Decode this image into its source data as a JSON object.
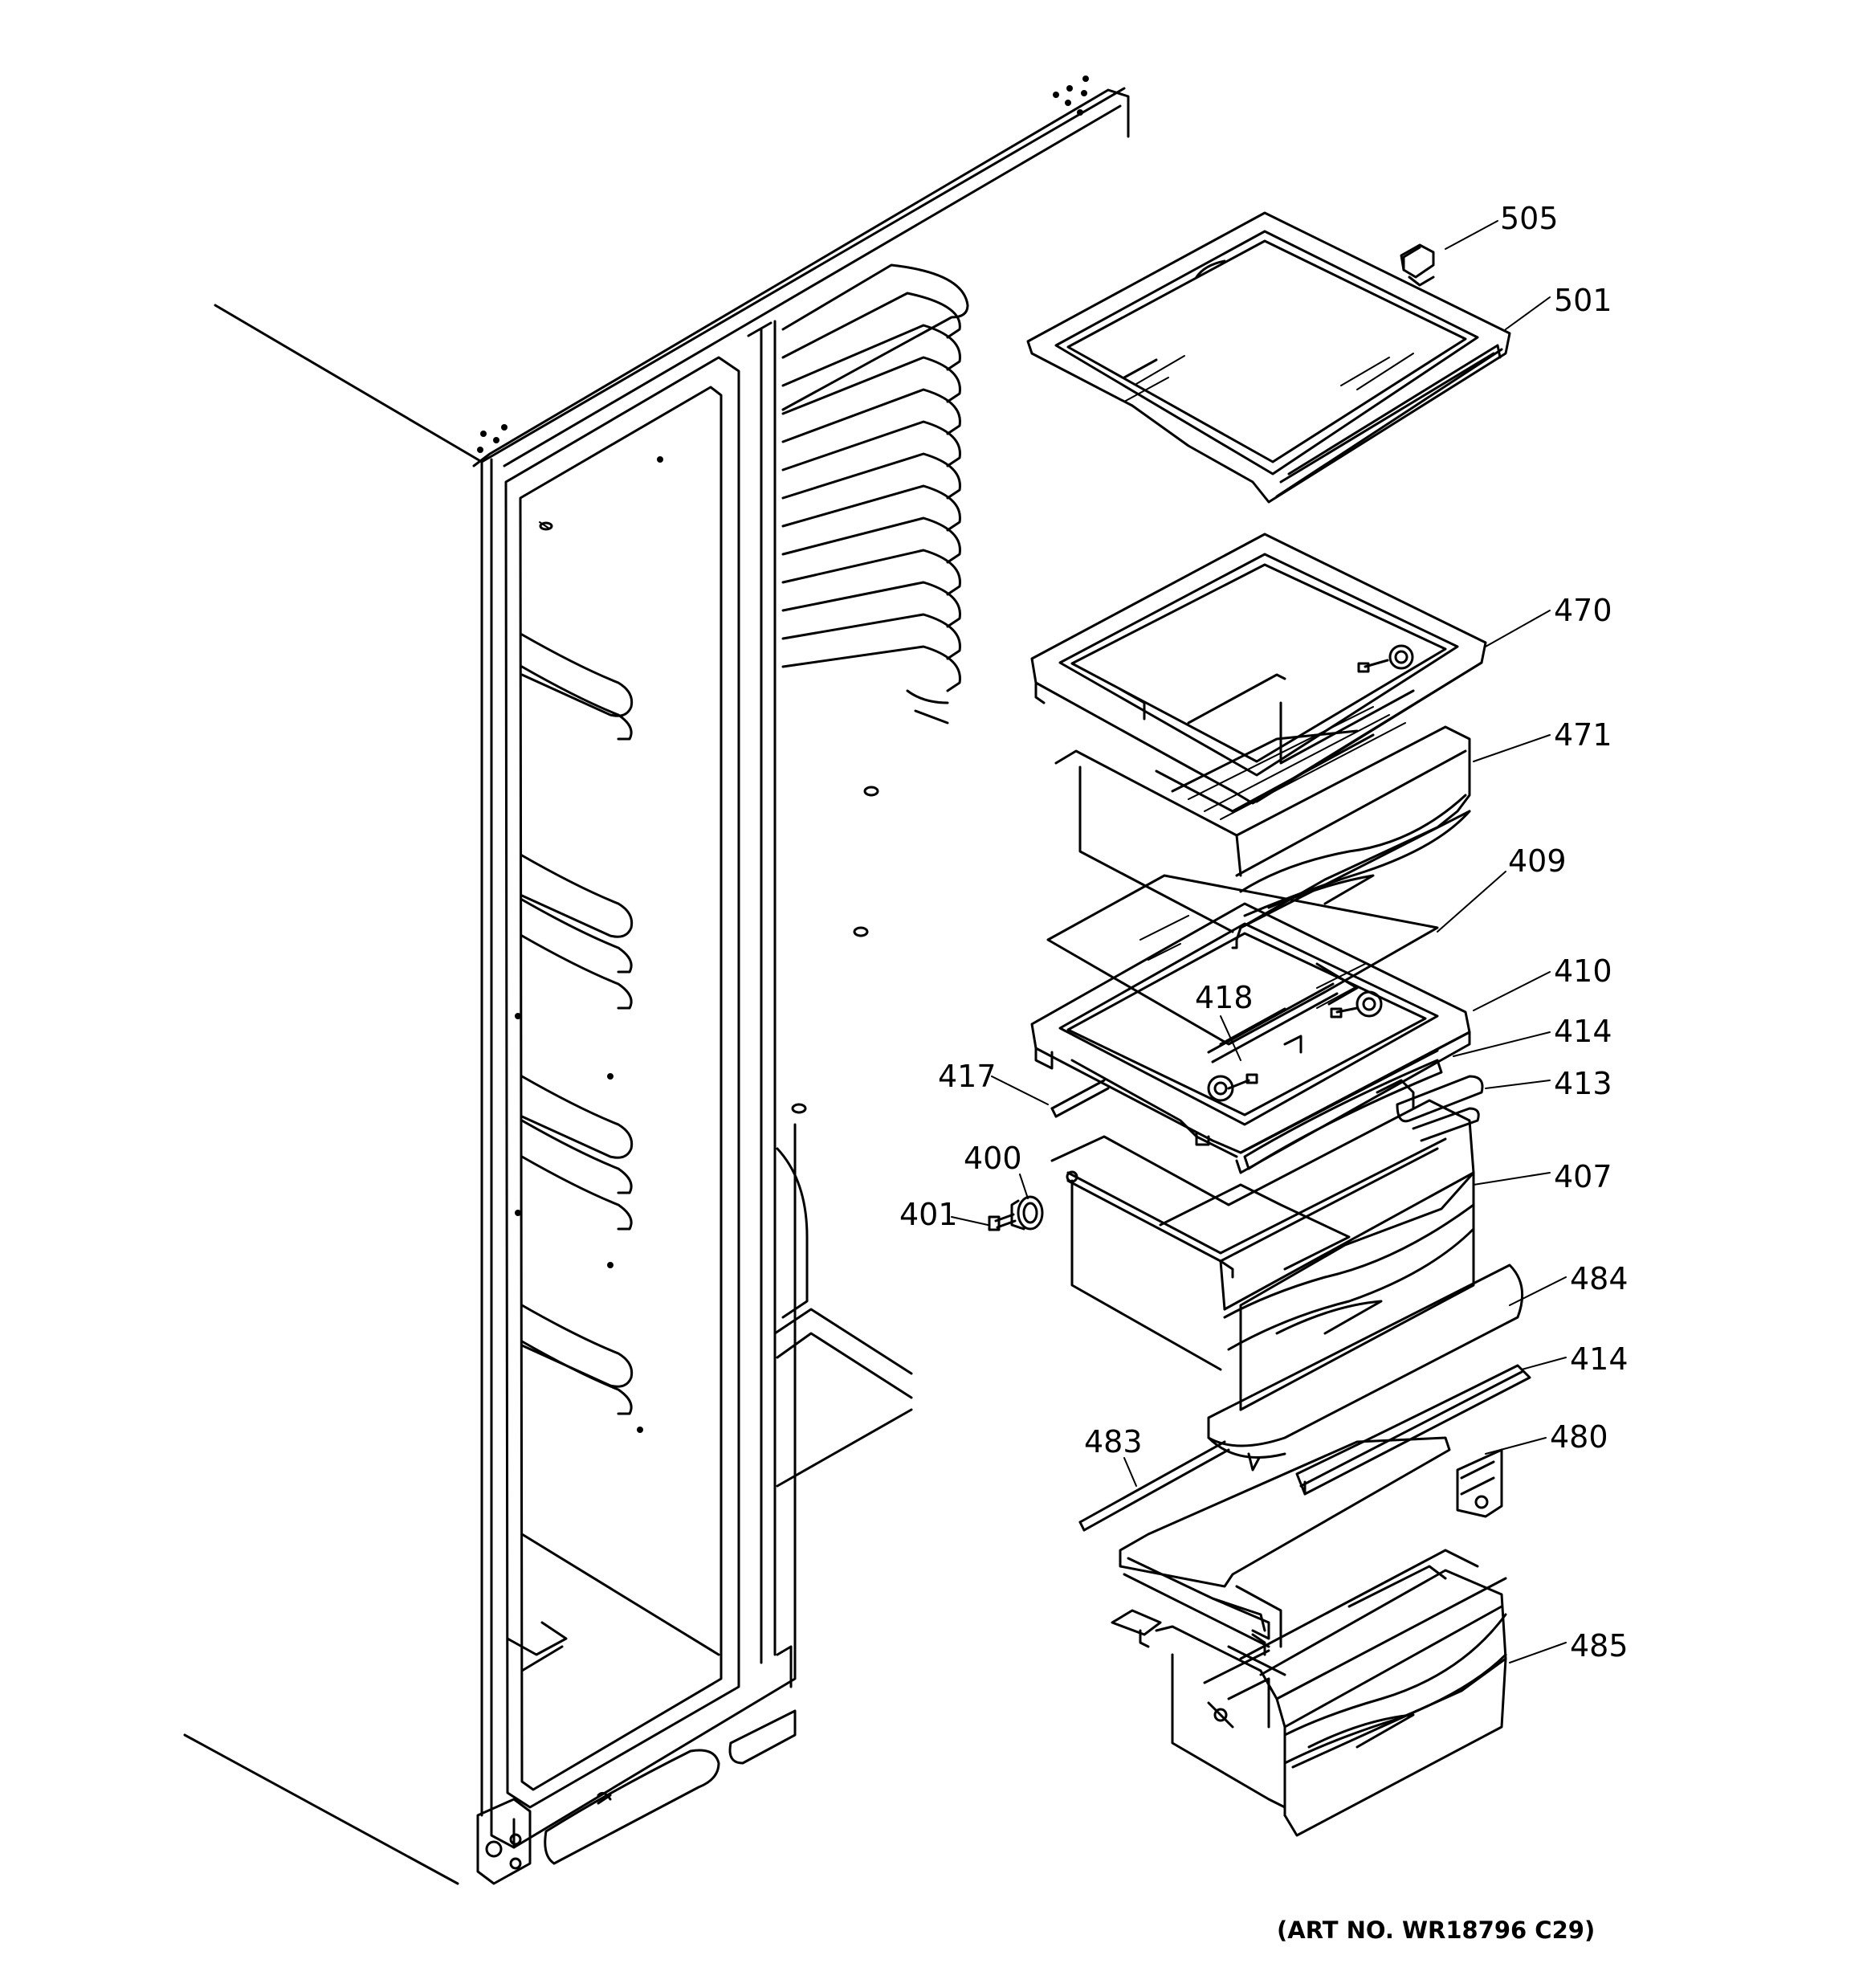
{
  "diagram": {
    "parts": [
      "505",
      "501",
      "470",
      "471",
      "409",
      "410",
      "418",
      "414",
      "413",
      "417",
      "400",
      "401",
      "407",
      "484",
      "414",
      "480",
      "483",
      "485"
    ],
    "art_number": "(ART NO. WR18796 C29)"
  }
}
